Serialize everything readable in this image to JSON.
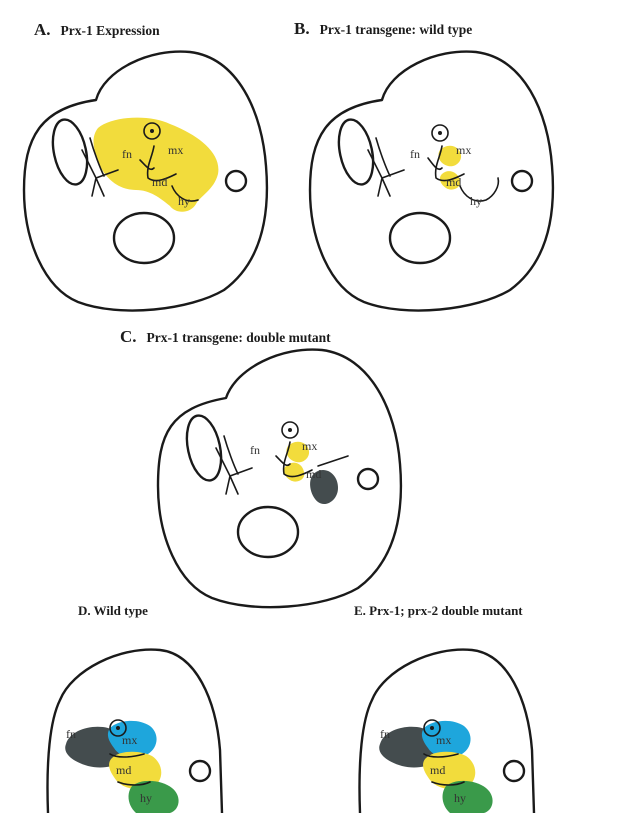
{
  "panels": {
    "a": {
      "letter": "A.",
      "title": "Prx-1 Expression"
    },
    "b": {
      "letter": "B.",
      "title": "Prx-1 transgene: wild type"
    },
    "c": {
      "letter": "C.",
      "title": "Prx-1 transgene: double mutant"
    },
    "d": {
      "letter": "",
      "title": "D. Wild type"
    },
    "e": {
      "letter": "",
      "title": "E. Prx-1; prx-2 double mutant"
    }
  },
  "labels": {
    "fn": "fn",
    "mx": "mx",
    "md": "md",
    "hy": "hy"
  },
  "colors": {
    "expression_yellow": "#f2dc3c",
    "blue": "#1ea6dc",
    "dark_gray": "#444c4e",
    "green": "#3a9a4a",
    "outline": "#1a1a1a"
  }
}
